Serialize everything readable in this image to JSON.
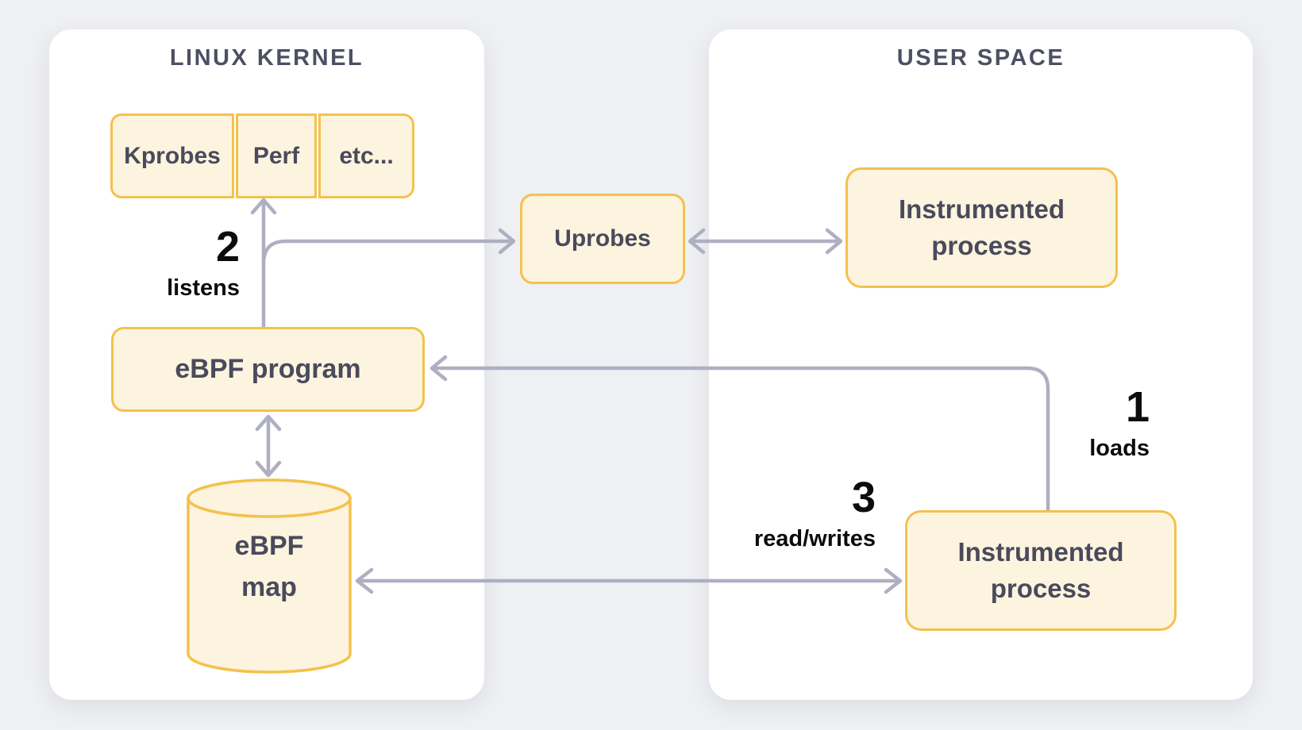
{
  "panels": {
    "linux_kernel": {
      "title": "LINUX KERNEL"
    },
    "user_space": {
      "title": "USER SPACE"
    }
  },
  "nodes": {
    "kprobes": {
      "label": "Kprobes"
    },
    "perf": {
      "label": "Perf"
    },
    "etc": {
      "label": "etc..."
    },
    "ebpf_program": {
      "label": "eBPF program"
    },
    "ebpf_map": {
      "line1": "eBPF",
      "line2": "map"
    },
    "uprobes": {
      "label": "Uprobes"
    },
    "instrumented_process_top": {
      "label": "Instrumented process"
    },
    "instrumented_process_bottom": {
      "label": "Instrumented process"
    }
  },
  "annotations": {
    "step1": {
      "number": "1",
      "label": "loads"
    },
    "step2": {
      "number": "2",
      "label": "listens"
    },
    "step3": {
      "number": "3",
      "label": "read/writes"
    }
  },
  "colors": {
    "page_background": "#EFF0F3",
    "panel_background": "#FFFFFF",
    "node_fill": "#FCF4DF",
    "node_border": "#F4C14C",
    "node_text": "#4A4A5C",
    "panel_title_text": "#4D4F63",
    "arrow": "#AFAFC2",
    "annotation_text": "#0C0C0F"
  }
}
